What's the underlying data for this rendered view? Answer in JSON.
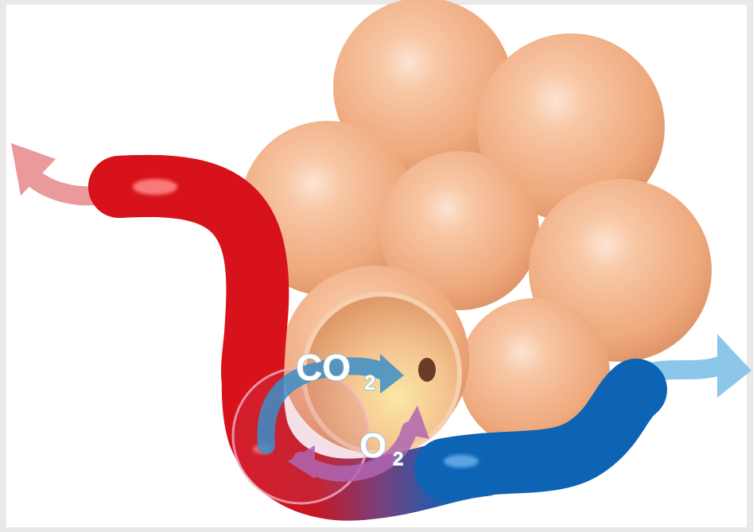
{
  "diagram": {
    "labels": {
      "co2_main": "CO",
      "co2_sub": "2",
      "o2_main": "O",
      "o2_sub": "2"
    },
    "colors": {
      "background": "#ffffff",
      "frame": "#e9e9e9",
      "alveolus": "#f2b48a",
      "oxygenated_blood": "#d8121a",
      "deoxygenated_blood": "#0d64b4",
      "outflow_arrow": "#ea9a9a",
      "inflow_arrow": "#7fbde6",
      "co2_arrow": "#3b8fc8",
      "o2_arrow": "#b066b3"
    },
    "icons": [
      "alveolus-sphere",
      "blood-capillary",
      "flow-arrow"
    ]
  }
}
